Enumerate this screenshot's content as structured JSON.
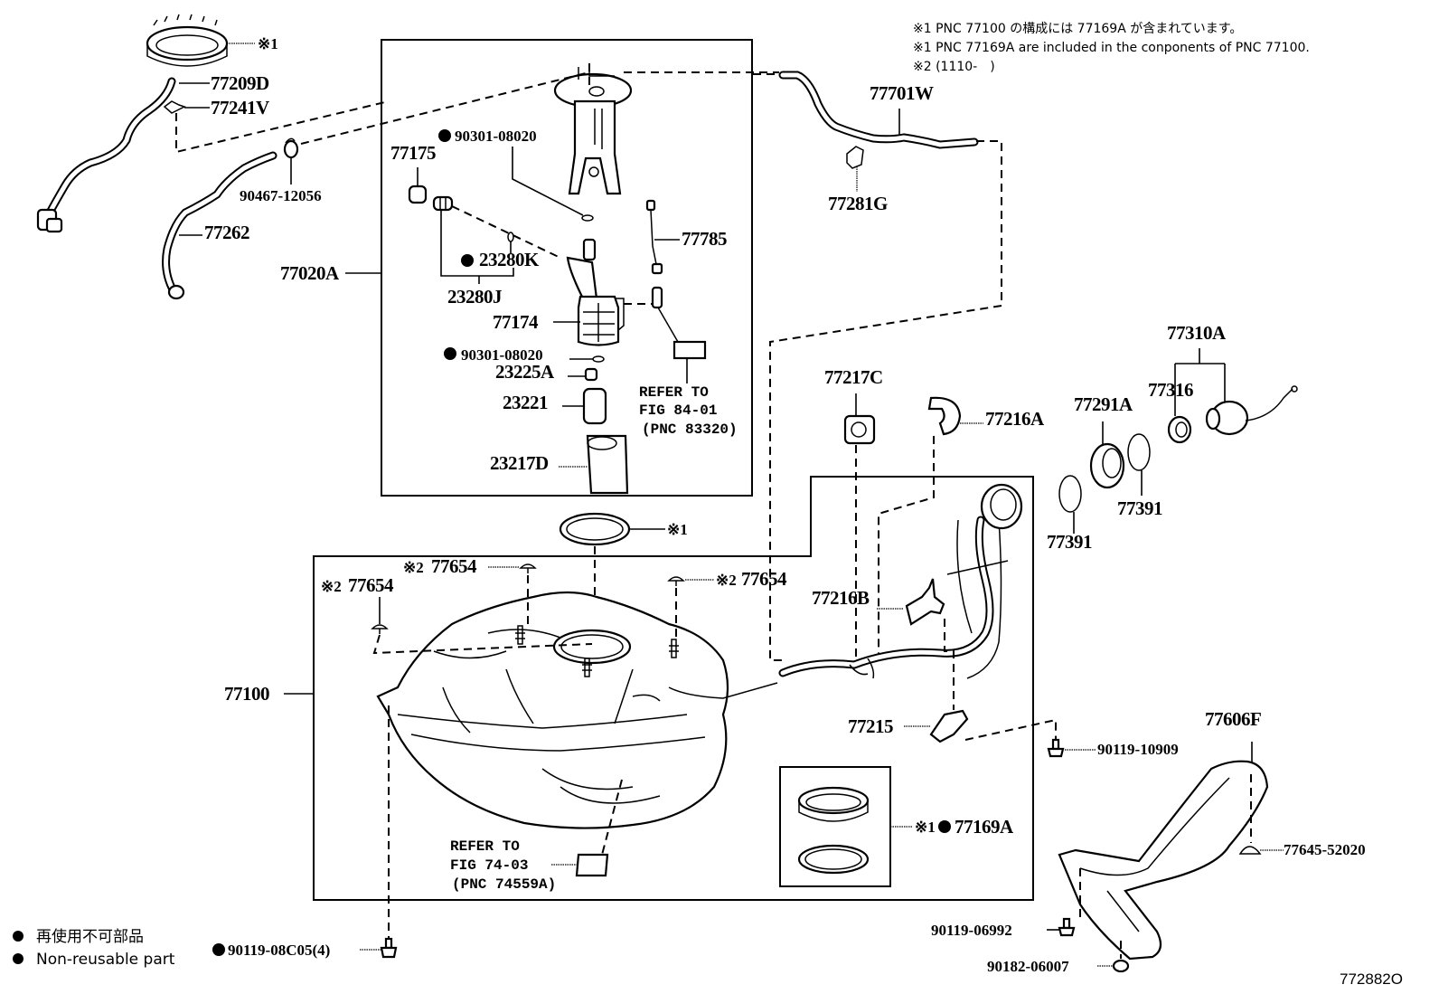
{
  "notes": {
    "note1_jp": "※1 PNC 77100 の構成には 77169A が含まれています。",
    "note1_en": "※1 PNC 77169A are included in the conponents of PNC 77100.",
    "note2": "※2 (1110-　)"
  },
  "markers": {
    "ref1": "※1",
    "ref2": "※2"
  },
  "parts": {
    "p77209D": "77209D",
    "p77241V": "77241V",
    "p90467_12056": "90467-12056",
    "p77262": "77262",
    "p77020A": "77020A",
    "p90301_08020_a": "90301-08020",
    "p77175": "77175",
    "p23280K": "23280K",
    "p23280J": "23280J",
    "p77174": "77174",
    "p90301_08020_b": "90301-08020",
    "p23225A": "23225A",
    "p23221": "23221",
    "p23217D": "23217D",
    "p77785": "77785",
    "p77701W": "77701W",
    "p77281G": "77281G",
    "p77217C": "77217C",
    "p77216A": "77216A",
    "p77216B": "77216B",
    "p77215": "77215",
    "p77291A": "77291A",
    "p77316": "77316",
    "p77310A": "77310A",
    "p77391_a": "77391",
    "p77391_b": "77391",
    "p77654_a": "77654",
    "p77654_b": "77654",
    "p77654_c": "77654",
    "p77100": "77100",
    "p77169A": "77169A",
    "p90119_10909": "90119-10909",
    "p77606F": "77606F",
    "p77645_52020": "77645-52020",
    "p90119_06992": "90119-06992",
    "p90182_06007": "90182-06007",
    "p90119_08C05": "90119-08C05(4)"
  },
  "references": {
    "fig84": {
      "line1": "REFER TO",
      "line2": "FIG 84-01",
      "line3": "(PNC 83320)"
    },
    "fig74": {
      "line1": "REFER TO",
      "line2": "FIG 74-03",
      "line3": "(PNC 74559A)"
    }
  },
  "legend": {
    "jp": "再使用不可部品",
    "en": "Non-reusable part"
  },
  "figure_code": "772882O"
}
